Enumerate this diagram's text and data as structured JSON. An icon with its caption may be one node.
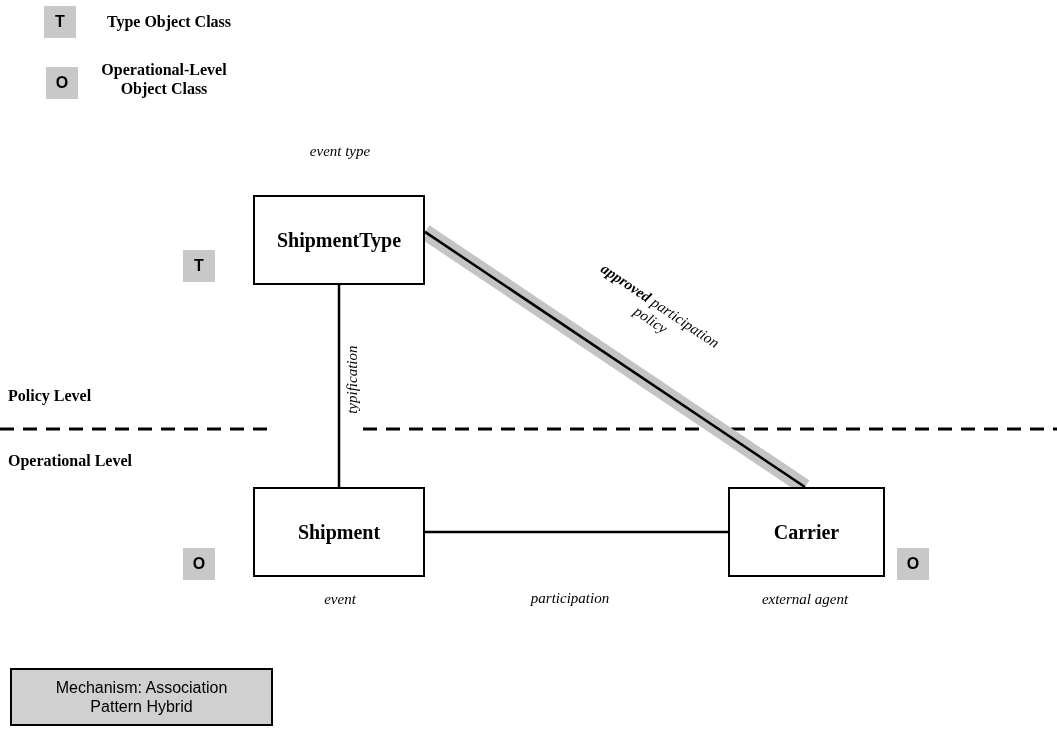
{
  "diagram": {
    "nodes": [
      {
        "text": [
          "T"
        ]
      },
      {
        "text": [
          "O"
        ]
      },
      {
        "text": [
          "ShipmentType"
        ],
        "beside": [
          "event type"
        ]
      },
      {
        "text": [
          "T"
        ]
      },
      {
        "text": [
          "Shipment"
        ],
        "beside": [
          "event"
        ]
      },
      {
        "text": [
          "O"
        ]
      },
      {
        "text": [
          "Carrier"
        ],
        "beside": [
          "external agent"
        ]
      },
      {
        "text": [
          "O"
        ]
      },
      {
        "text": [
          "Mechanism: Association Pattern Hybrid"
        ]
      }
    ],
    "edges": [
      {
        "from": 2,
        "to": 4,
        "arrow": "none",
        "label": "typification"
      },
      {
        "from": 2,
        "to": 6,
        "arrow": "none",
        "label": "**approved** participation policy",
        "style": "thick",
        "color": "#c4c4c4"
      },
      {
        "from": 4,
        "to": 6,
        "arrow": "none",
        "label": "participation"
      }
    ],
    "labels": [
      "Policy Level",
      "Operational Level"
    ],
    "legend": [
      {
        "text": "Type Object Class"
      },
      {
        "text": "Operational-Level Object Class"
      }
    ]
  }
}
